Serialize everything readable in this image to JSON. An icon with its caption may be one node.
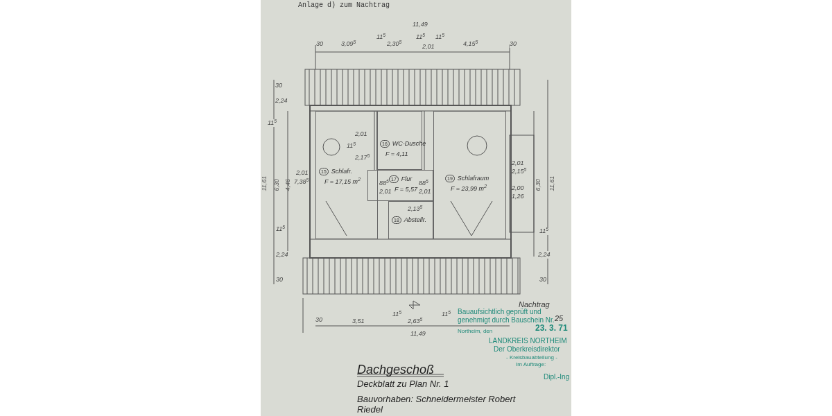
{
  "diagram": {
    "title": "Dachgeschoß",
    "nodes": [
      {
        "text": [
          "15",
          "Schlafr.",
          "F = 17,15 m$^{2}$"
        ]
      },
      {
        "text": [
          "16",
          "WC-Dusche",
          "F = 4,11"
        ]
      },
      {
        "text": [
          "17",
          "Flur",
          "F = 5,57"
        ]
      },
      {
        "text": [
          "18",
          "Abstellr."
        ]
      },
      {
        "text": [
          "19",
          "Schlafraum",
          "F = 23,99 m$^{2}$"
        ]
      }
    ],
    "labels": [
      "Anlage d) zum Nachtrag",
      "11,49",
      "30",
      "3,09$^{5}$",
      "11$^{5}$",
      "2,30$^{5}$",
      "11$^{5}$",
      "2,01",
      "11$^{5}$",
      "4,15$^{5}$",
      "30",
      "30",
      "2,24",
      "11$^{5}$",
      "11,61",
      "6,30",
      "4,46",
      "2,01",
      "7,38$^{5}$",
      "11$^{5}$",
      "2,24",
      "30",
      "2,01",
      "11$^{5}$",
      "2,17$^{5}$",
      "88$^{5}$",
      "2,01",
      "88$^{5}$",
      "2,01",
      "2,13$^{5}$",
      "2,01",
      "2,15$^{5}$",
      "2,00",
      "1,26",
      "6,30",
      "11,61",
      "11$^{5}$",
      "2,24",
      "30",
      "30",
      "3,51",
      "11$^{5}$",
      "2,63$^{5}$",
      "11$^{5}$",
      "11,49",
      "Nachtrag",
      "Bauaufsichtlich geprüft und genehmigt durch Bauschein Nr.",
      "25",
      "Northeim, den",
      "23. 3. 71",
      "LANDKREIS NORTHEIM",
      "Der Oberkreisdirektor",
      "- Kreisbauabteilung -",
      "Im Auftrage:",
      "Dipl.-Ing",
      "Deckblatt zu Plan Nr. 1",
      "Bauvorhaben: Schneidermeister Robert Riedel"
    ]
  }
}
